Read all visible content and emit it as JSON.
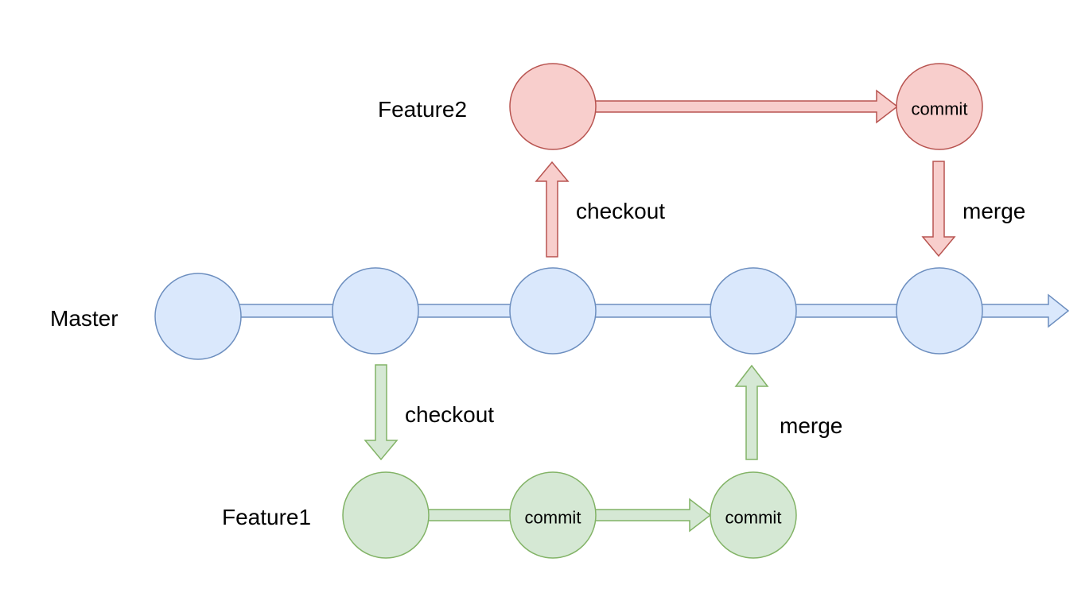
{
  "branches": {
    "master": {
      "label": "Master"
    },
    "feature1": {
      "label": "Feature1"
    },
    "feature2": {
      "label": "Feature2"
    }
  },
  "nodes": {
    "feature2_commit": "commit",
    "feature1_commit_a": "commit",
    "feature1_commit_b": "commit"
  },
  "edges": {
    "feature2_checkout": "checkout",
    "feature2_merge": "merge",
    "feature1_checkout": "checkout",
    "feature1_merge": "merge"
  },
  "colors": {
    "master_fill": "#dae8fc",
    "master_stroke": "#6c8ebf",
    "feature1_fill": "#d5e8d4",
    "feature1_stroke": "#82b366",
    "feature2_fill": "#f8cecc",
    "feature2_stroke": "#b85450"
  }
}
